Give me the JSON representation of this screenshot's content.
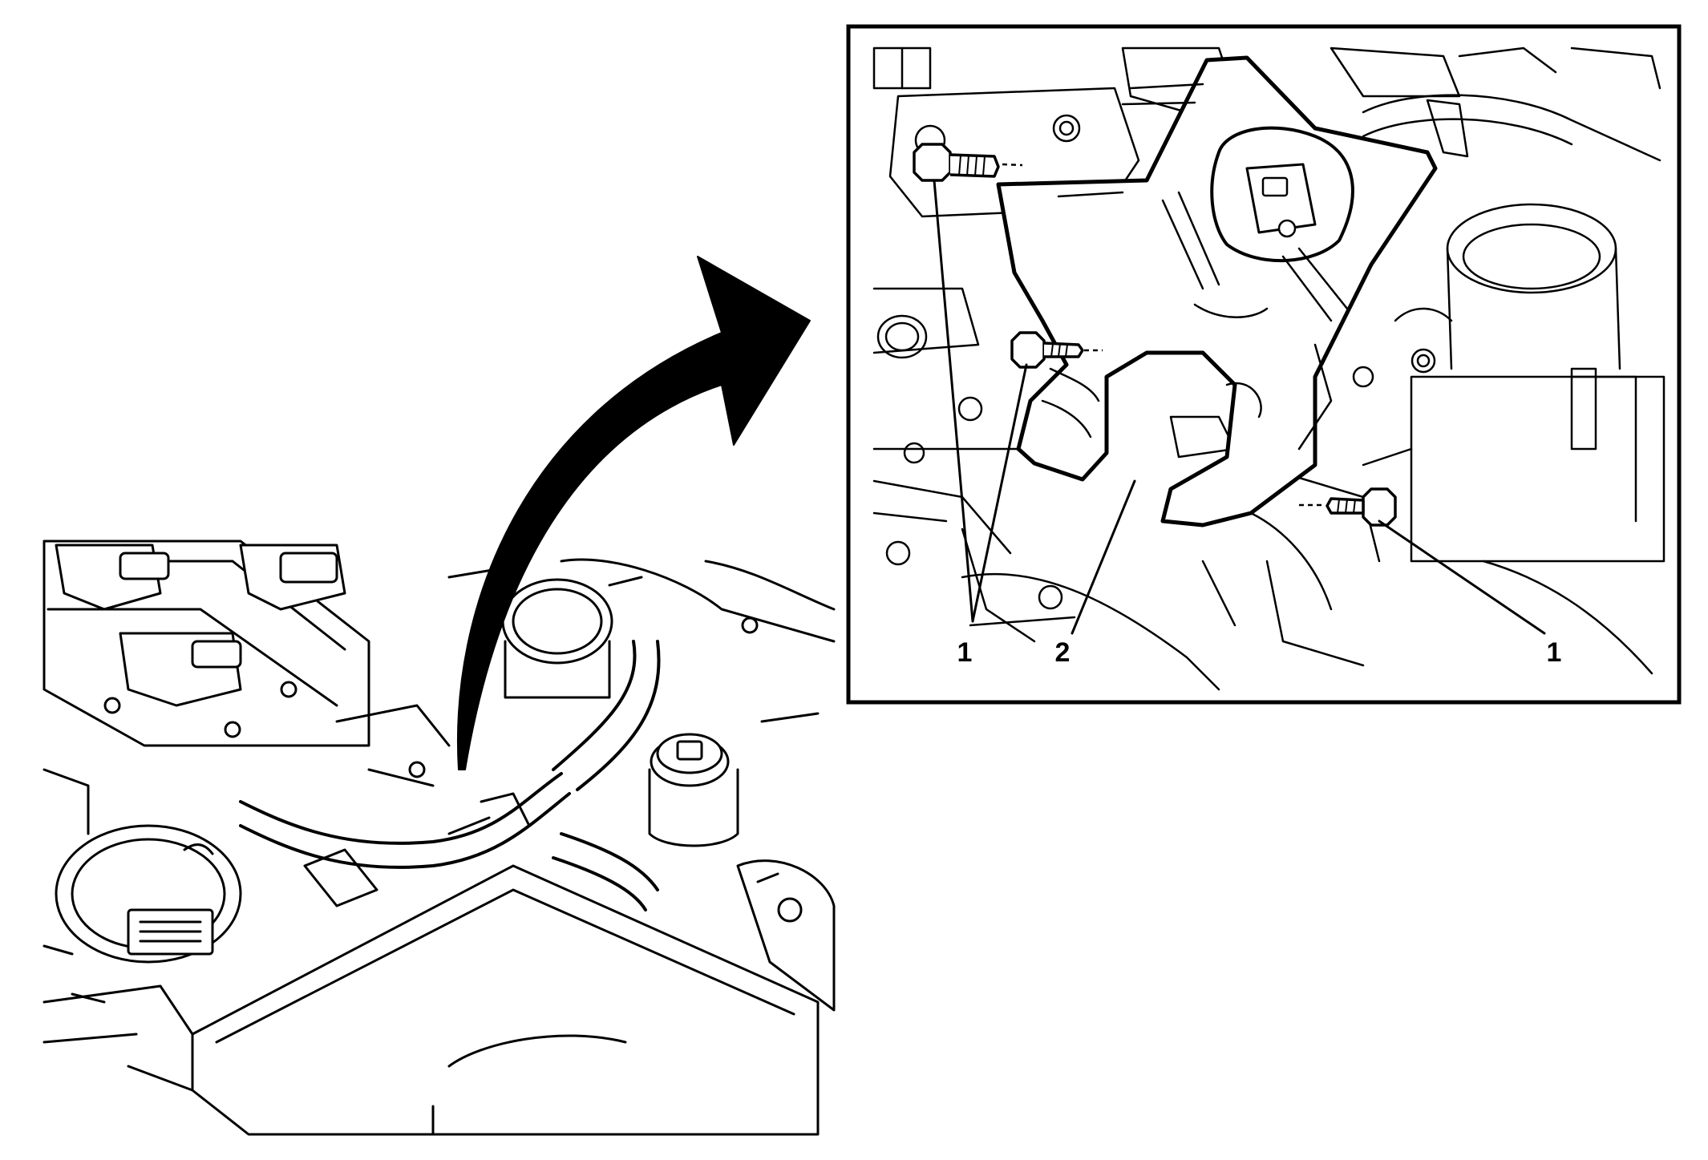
{
  "diagram": {
    "callouts": [
      {
        "id": "bolt-upper-left",
        "label": "1"
      },
      {
        "id": "bolt-middle-left",
        "label": "1"
      },
      {
        "id": "bolt-right",
        "label": "1"
      },
      {
        "id": "bracket",
        "label": "2"
      }
    ],
    "colors": {
      "ink": "#000000",
      "paper": "#ffffff",
      "arrow_fill": "#000000"
    }
  }
}
